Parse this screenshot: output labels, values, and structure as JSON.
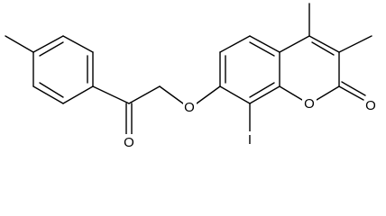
{
  "molecule": {
    "atoms": {
      "oxygen_carbonyl": "O",
      "oxygen_ether": "O",
      "oxygen_ring": "O",
      "oxygen_lactone": "O",
      "iodine": "I"
    },
    "colors": {
      "bond": "#000000",
      "label": "#000000",
      "background": "#ffffff"
    }
  }
}
